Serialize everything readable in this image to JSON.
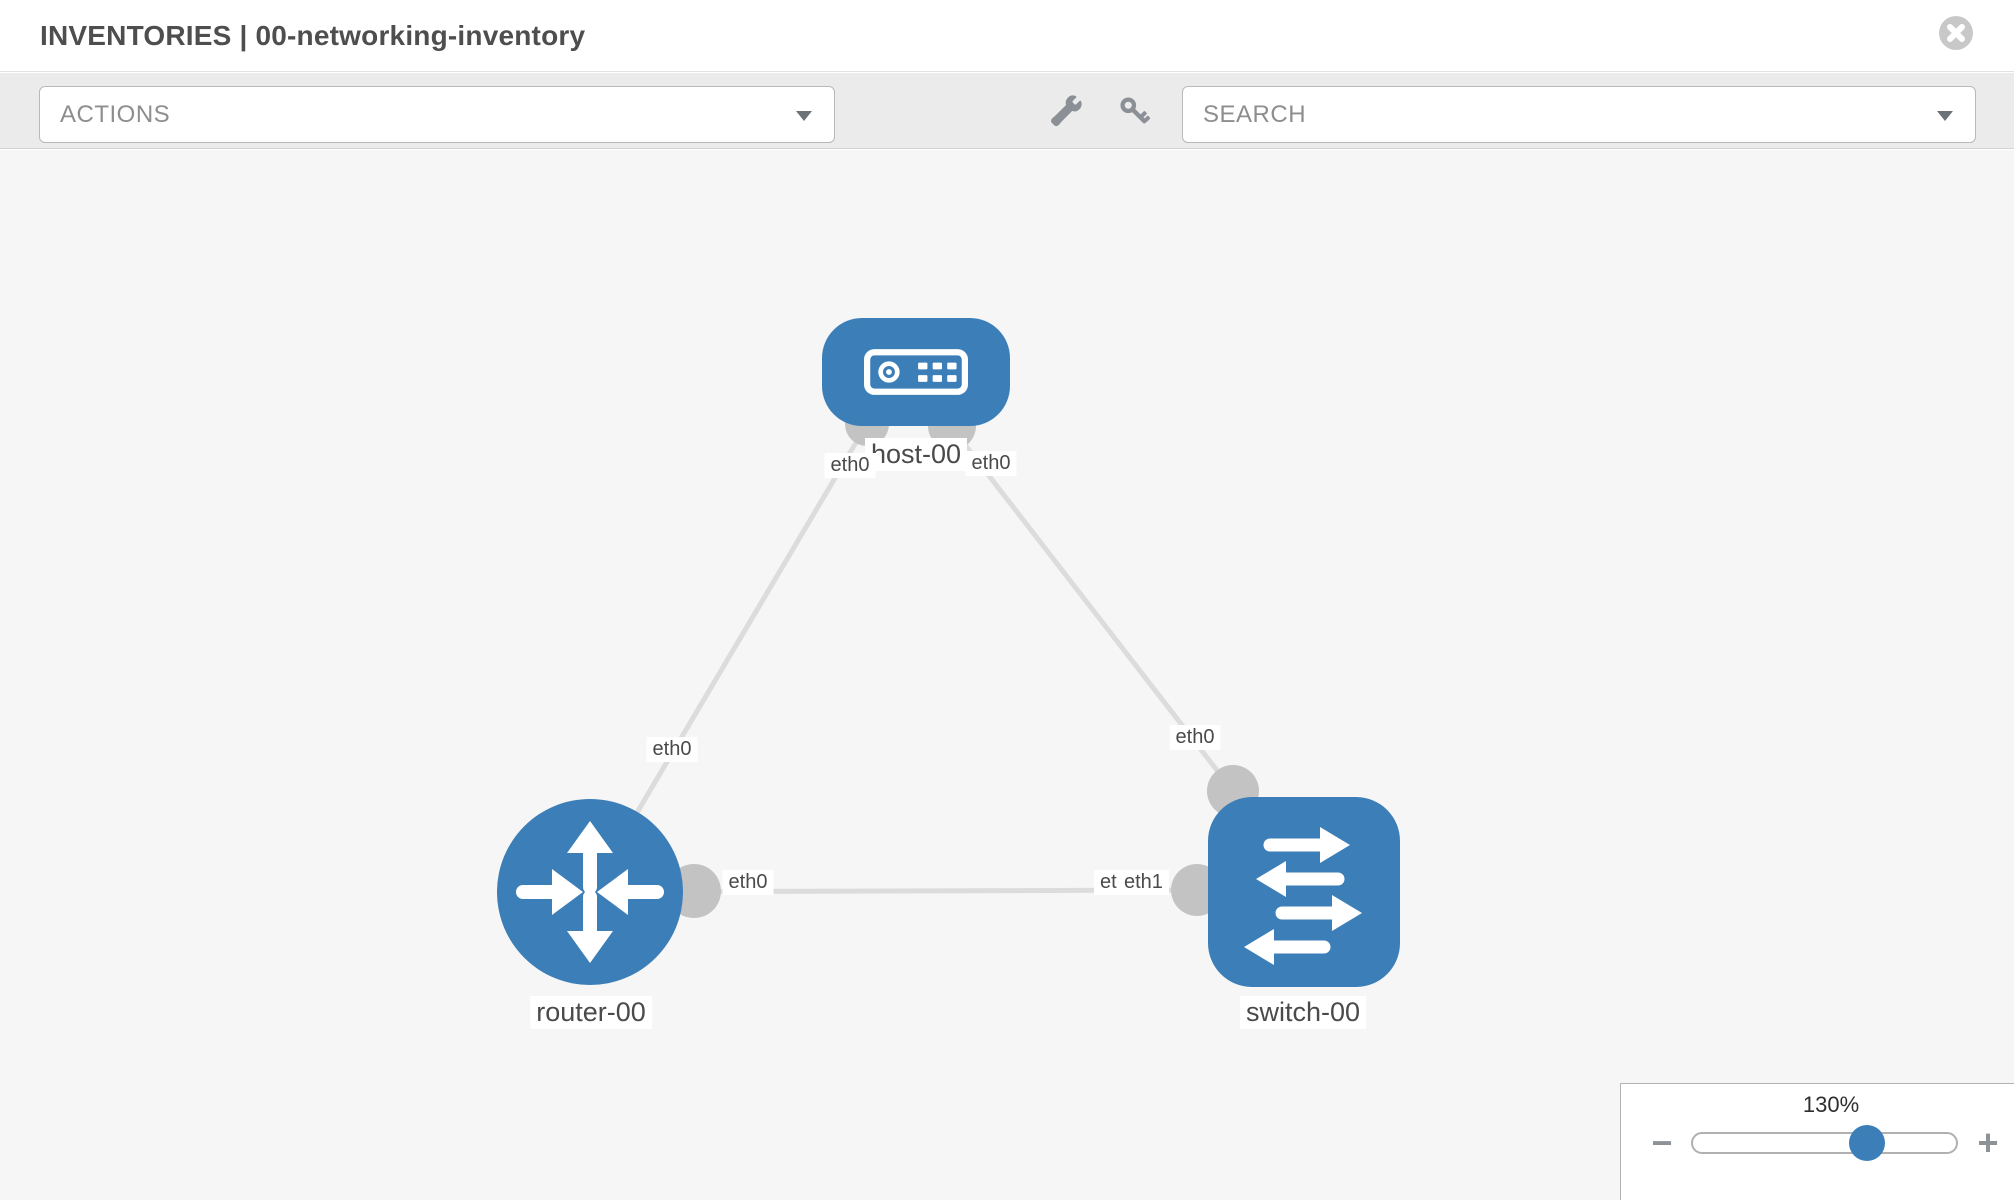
{
  "header": {
    "title": "INVENTORIES | 00-networking-inventory"
  },
  "toolbar": {
    "actions_placeholder": "ACTIONS",
    "search_placeholder": "SEARCH"
  },
  "topology": {
    "nodes": [
      {
        "id": "host-00",
        "type": "host",
        "label": "host-00"
      },
      {
        "id": "router-00",
        "type": "router",
        "label": "router-00"
      },
      {
        "id": "switch-00",
        "type": "switch",
        "label": "switch-00"
      }
    ],
    "links": [
      {
        "from": "host-00",
        "from_interface": "eth0",
        "to": "router-00",
        "to_interface": "eth0"
      },
      {
        "from": "host-00",
        "from_interface": "eth0",
        "to": "switch-00",
        "to_interface": "eth0"
      },
      {
        "from": "router-00",
        "from_interface": "eth0",
        "to": "switch-00",
        "to_interface": "eth1",
        "visible_overlapped_label": "etleth1"
      }
    ],
    "chips": {
      "host_label": "host-00",
      "router_label": "router-00",
      "switch_label": "switch-00",
      "host_if_left": "eth0",
      "host_if_right": "eth0",
      "router_host_link_if": "eth0",
      "router_if_right": "eth0",
      "switch_if_top": "eth0",
      "switch_if_left_under": "eth0",
      "switch_if_left_over": "eth1"
    }
  },
  "zoom_control": {
    "value": "130%",
    "percent": 130,
    "minus_label": "−",
    "plus_label": "+"
  },
  "icons": {
    "close": "circle-x",
    "actions_caret": "chevron-down",
    "search_caret": "chevron-down",
    "wrench": "wrench",
    "key": "key",
    "host": "server-box",
    "router": "four-way-arrows",
    "switch": "exchange-arrows",
    "zoom_out": "minus",
    "zoom_in": "plus"
  },
  "colors": {
    "node_blue": "#3c7eb8",
    "link_gray": "#dcdcdc",
    "endpoint_gray": "#c3c3c3",
    "toolbar_bg": "#ebebeb",
    "canvas_bg": "#f6f6f6",
    "title_text": "#4e4e4e",
    "chip_text": "#4a4a4a",
    "icon_gray": "#8b9096"
  }
}
